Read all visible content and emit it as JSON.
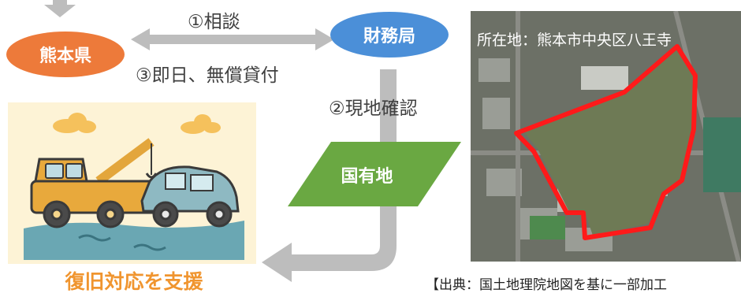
{
  "nodes": {
    "kumamoto": "熊本県",
    "zaimukyoku": "財務局",
    "kokuyuchi": "国有地"
  },
  "arrows": {
    "consult": "①相談",
    "site_check": "②現地確認",
    "loan": "③即日、無償貸付"
  },
  "illustration": {
    "caption": "復旧対応を支援"
  },
  "photo": {
    "location": "所在地：熊本市中央区八王寺",
    "source": "【出典：国土地理院地図を基に一部加工"
  },
  "colors": {
    "kumamoto": "#ed7a3a",
    "zaimukyoku": "#4b8fd8",
    "kokuyuchi": "#6aa842",
    "arrow": "#bdbdbd",
    "caption": "#f0952f",
    "boundary": "#ff1a1a"
  }
}
